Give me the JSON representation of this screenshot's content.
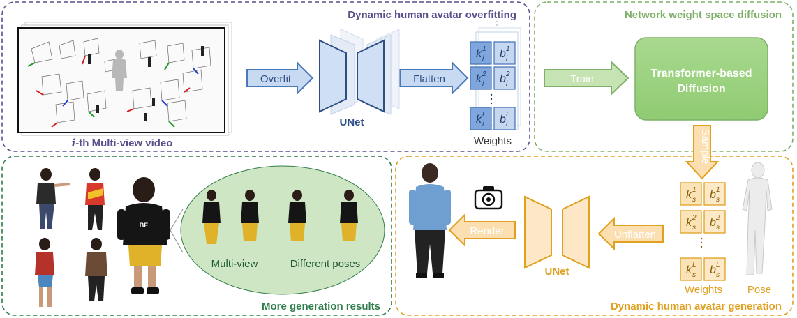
{
  "panels": {
    "overfitting": {
      "title": "Dynamic human avatar overfitting",
      "color": "#5a4f8c"
    },
    "diffusion": {
      "title": "Network weight space diffusion",
      "color": "#7fb069"
    },
    "results": {
      "title": "More generation results",
      "color": "#2f7d4a"
    },
    "generation": {
      "title": "Dynamic human avatar generation",
      "color": "#e0a020"
    }
  },
  "video": {
    "caption_italic": "i",
    "caption_rest": "-th Multi-view video"
  },
  "arrows": {
    "overfit": "Overfit",
    "flatten": "Flatten",
    "train": "Train",
    "sample": "Sample",
    "unflatten": "Unflatten",
    "render": "Render"
  },
  "unet_top": {
    "label": "UNet"
  },
  "unet_bottom": {
    "label": "UNet"
  },
  "weights_top": {
    "label": "Weights",
    "rows": [
      {
        "k": "k",
        "k_sup": "1",
        "k_sub": "i",
        "b": "b",
        "b_sup": "1",
        "b_sub": "i"
      },
      {
        "k": "k",
        "k_sup": "2",
        "k_sub": "i",
        "b": "b",
        "b_sup": "2",
        "b_sub": "i"
      },
      {
        "k": "k",
        "k_sup": "L",
        "k_sub": "i",
        "b": "b",
        "b_sup": "L",
        "b_sub": "i"
      }
    ]
  },
  "weights_bottom": {
    "label": "Weights",
    "rows": [
      {
        "k": "k",
        "k_sup": "1",
        "k_sub": "s",
        "b": "b",
        "b_sup": "1",
        "b_sub": "s"
      },
      {
        "k": "k",
        "k_sup": "2",
        "k_sub": "s",
        "b": "b",
        "b_sup": "2",
        "b_sub": "s"
      },
      {
        "k": "k",
        "k_sup": "L",
        "k_sub": "s",
        "b": "b",
        "b_sup": "L",
        "b_sub": "s"
      }
    ]
  },
  "transformer": {
    "line1": "Transformer-based",
    "line2": "Diffusion"
  },
  "pose": {
    "label": "Pose"
  },
  "results": {
    "multiview": "Multi-view",
    "poses": "Different poses"
  },
  "colors": {
    "blue_arrow_fill": "#c8daf2",
    "blue_arrow_stroke": "#4a78b8",
    "green_arrow_fill": "#c6e3b4",
    "green_arrow_stroke": "#7fb069",
    "orange_arrow_fill": "#fbdfb0",
    "orange_arrow_stroke": "#e0a020",
    "ellipse_fill": "#cfe6c4"
  }
}
